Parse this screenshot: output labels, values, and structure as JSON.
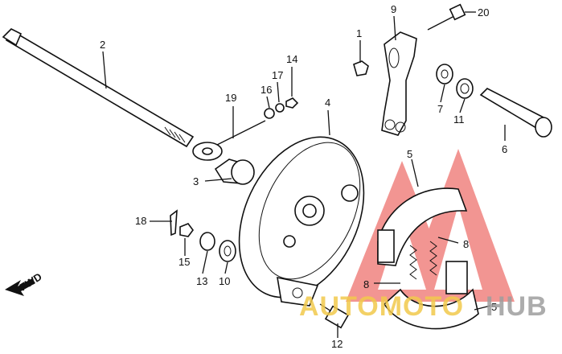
{
  "labels": {
    "p1": "1",
    "p2": "2",
    "p3": "3",
    "p4": "4",
    "p5a": "5",
    "p5b": "5",
    "p6": "6",
    "p7": "7",
    "p8a": "8",
    "p8b": "8",
    "p9": "9",
    "p10": "10",
    "p11": "11",
    "p12": "12",
    "p13": "13",
    "p14": "14",
    "p15": "15",
    "p16": "16",
    "p17": "17",
    "p18": "18",
    "p19": "19",
    "p20": "20"
  },
  "fwd": "FWD",
  "watermark": {
    "part1": "AUTOMOTO",
    "part2": "HUB",
    "color1": "#f2c94c",
    "color2": "#9e9e9e",
    "logo_color": "#e8403a"
  }
}
